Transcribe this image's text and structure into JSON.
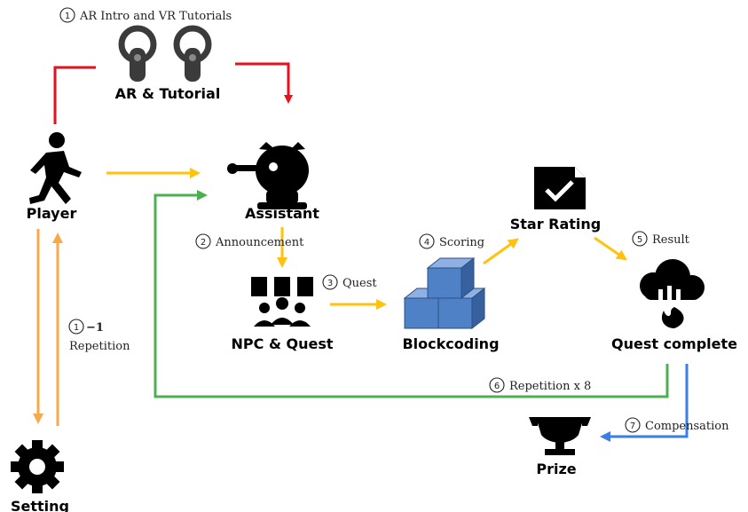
{
  "nodes": {
    "ar_tutorial": "AR & Tutorial",
    "player": "Player",
    "assistant": "Assistant",
    "npc_quest": "NPC & Quest",
    "blockcoding": "Blockcoding",
    "star_rating": "Star Rating",
    "quest_complete": "Quest complete",
    "prize": "Prize",
    "setting": "Setting"
  },
  "steps": {
    "s1": {
      "num": "1",
      "label": "AR Intro and VR Tutorials"
    },
    "s1_1": {
      "num": "1",
      "suffix": "−1",
      "label": "Repetition"
    },
    "s2": {
      "num": "2",
      "label": "Announcement"
    },
    "s3": {
      "num": "3",
      "label": "Quest"
    },
    "s4": {
      "num": "4",
      "label": "Scoring"
    },
    "s5": {
      "num": "5",
      "label": "Result"
    },
    "s6": {
      "num": "6",
      "label": "Repetition x 8"
    },
    "s7": {
      "num": "7",
      "label": "Compensation"
    }
  },
  "colors": {
    "red": "#e8101c",
    "yellow": "#ffc20e",
    "orange": "#f7a94b",
    "green": "#4cb050",
    "blue": "#3a7ee8",
    "box": "#4f81c7"
  },
  "icons": [
    "vr-controllers-icon",
    "walking-person-icon",
    "assistant-robot-icon",
    "npc-group-icon",
    "blocks-icon",
    "star-document-icon",
    "cloud-fire-icon",
    "trophy-icon",
    "gear-icon"
  ]
}
